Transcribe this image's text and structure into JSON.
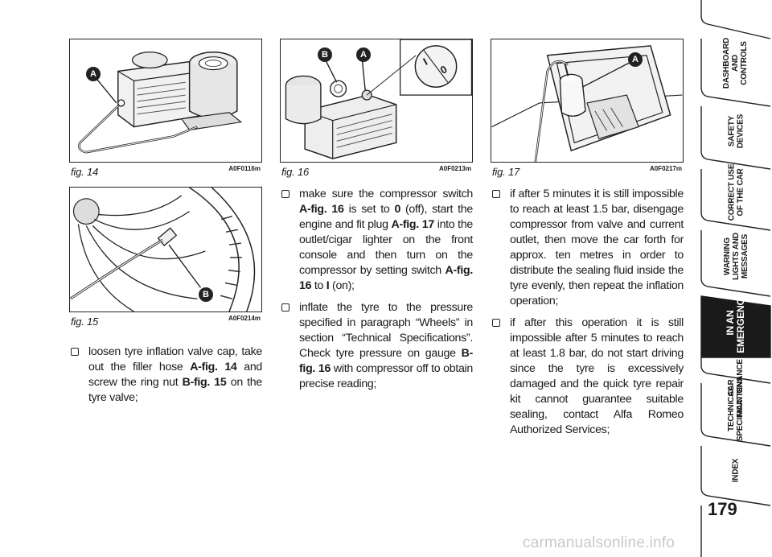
{
  "figures": [
    {
      "caption": "fig. 14",
      "code": "A0F0116m",
      "callouts": [
        "A"
      ]
    },
    {
      "caption": "fig. 16",
      "code": "A0F0213m",
      "callouts": [
        "B",
        "A"
      ]
    },
    {
      "caption": "fig. 17",
      "code": "A0F0217m",
      "callouts": [
        "A"
      ]
    },
    {
      "caption": "fig. 15",
      "code": "A0F0214m",
      "callouts": [
        "B"
      ]
    }
  ],
  "switch_labels": [
    "I",
    "0"
  ],
  "column1": {
    "p1": {
      "t1": "loosen tyre inflation valve cap, take out the filler hose ",
      "r1": "A-fig. 14",
      "t2": " and screw the ring nut ",
      "r2": "B-fig. 15",
      "t3": " on the tyre valve;"
    }
  },
  "column2": {
    "p1": {
      "t1": "make sure the compressor switch ",
      "r1": "A-fig. 16",
      "t2": " is set to ",
      "r2": "0",
      "t3": " (off), start the engine and fit plug ",
      "r3": "A-fig. 17",
      "t4": " into the outlet/cigar lighter on the front console and then turn on the compressor by setting switch ",
      "r4": "A-fig. 16",
      "t5": " to ",
      "r5": "I",
      "t6": " (on);"
    },
    "p2": {
      "t1": "inflate the tyre to the pressure specified in paragraph “Wheels” in section “Technical Specifications”. Check tyre pressure on gauge ",
      "r1": "B-fig. 16",
      "t2": " with compressor off to obtain precise reading;"
    }
  },
  "column3": {
    "p1": "if after 5 minutes it is still impossible to reach at least 1.5 bar, disengage compressor from valve and current outlet, then move the car forth for approx. ten metres in order to distribute the sealing fluid inside the tyre evenly, then repeat the inflation operation;",
    "p2": "if after this operation it is still impossible after 5 minutes to reach at least 1.8 bar, do not start driving since the tyre is excessively damaged and the quick tyre repair kit cannot guarantee suitable sealing, contact Alfa Romeo Authorized Services;"
  },
  "tabs": [
    {
      "label": "DASHBOARD\nAND\nCONTROLS"
    },
    {
      "label": "SAFETY\nDEVICES"
    },
    {
      "label": "CORRECT USE\nOF THE CAR"
    },
    {
      "label": "WARNING\nLIGHTS AND\nMESSAGES"
    },
    {
      "label": "IN AN\nEMERGENCY",
      "active": true
    },
    {
      "label": "CAR\nMAINTENANCE"
    },
    {
      "label": "TECHNICAL\nSPECIFICATIONS"
    },
    {
      "label": "INDEX"
    }
  ],
  "page_number": "179",
  "watermark": "carmanualsonline.info",
  "colors": {
    "callout": "#222222",
    "active_tab": "#1a1a1a",
    "watermark": "#c9c9c9"
  }
}
